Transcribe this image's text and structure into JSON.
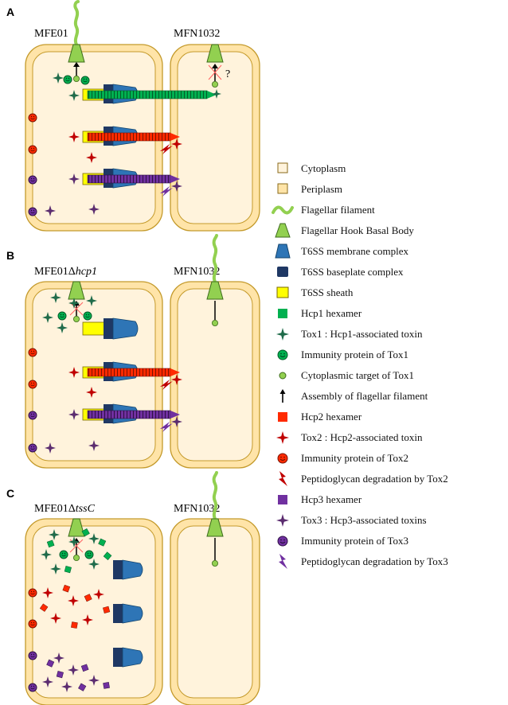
{
  "panels": [
    {
      "letter": "A",
      "left_strain": "MFE01",
      "right_strain": "MFN1032",
      "question_mark": "?"
    },
    {
      "letter": "B",
      "left_strain": "MFE01Δ",
      "left_strain_gene": "hcp1",
      "right_strain": "MFN1032"
    },
    {
      "letter": "C",
      "left_strain": "MFE01Δ",
      "left_strain_gene": "tssC",
      "right_strain": "MFN1032"
    }
  ],
  "legend": [
    {
      "icon": "cytoplasm",
      "label": "Cytoplasm",
      "color": "#fff3dc"
    },
    {
      "icon": "periplasm",
      "label": "Periplasm",
      "color": "#ffe4a8"
    },
    {
      "icon": "flagellar-filament",
      "label": "Flagellar filament",
      "color": "#92d050"
    },
    {
      "icon": "flagellar-hook-basal-body",
      "label": "Flagellar Hook Basal Body",
      "color": "#92d050"
    },
    {
      "icon": "t6ss-membrane-complex",
      "label": "T6SS membrane complex",
      "color": "#2e75b6"
    },
    {
      "icon": "t6ss-baseplate-complex",
      "label": "T6SS baseplate complex",
      "color": "#1f3864"
    },
    {
      "icon": "t6ss-sheath",
      "label": "T6SS sheath",
      "color": "#ffff00"
    },
    {
      "icon": "hcp1-hexamer",
      "label": "Hcp1 hexamer",
      "color": "#00b050"
    },
    {
      "icon": "tox1",
      "label": "Tox1 : Hcp1-associated toxin",
      "color": "#1f6b4a"
    },
    {
      "icon": "immunity-tox1",
      "label": "Immunity protein of Tox1",
      "color": "#00b050"
    },
    {
      "icon": "target-tox1",
      "label": "Cytoplasmic target of Tox1",
      "color": "#92d050"
    },
    {
      "icon": "assembly-arrow",
      "label": "Assembly of flagellar filament",
      "color": "#000000"
    },
    {
      "icon": "hcp2-hexamer",
      "label": "Hcp2 hexamer",
      "color": "#ff2a00"
    },
    {
      "icon": "tox2",
      "label": "Tox2 : Hcp2-associated toxin",
      "color": "#c00000"
    },
    {
      "icon": "immunity-tox2",
      "label": "Immunity protein of Tox2",
      "color": "#ff2a00"
    },
    {
      "icon": "pg-degradation-tox2",
      "label": "Peptidoglycan degradation by Tox2",
      "color": "#c00000"
    },
    {
      "icon": "hcp3-hexamer",
      "label": "Hcp3 hexamer",
      "color": "#7030a0"
    },
    {
      "icon": "tox3",
      "label": "Tox3 : Hcp3-associated toxins",
      "color": "#5b2c6f"
    },
    {
      "icon": "immunity-tox3",
      "label": "Immunity protein of Tox3",
      "color": "#7030a0"
    },
    {
      "icon": "pg-degradation-tox3",
      "label": "Peptidoglycan degradation by Tox3",
      "color": "#7030a0"
    }
  ]
}
